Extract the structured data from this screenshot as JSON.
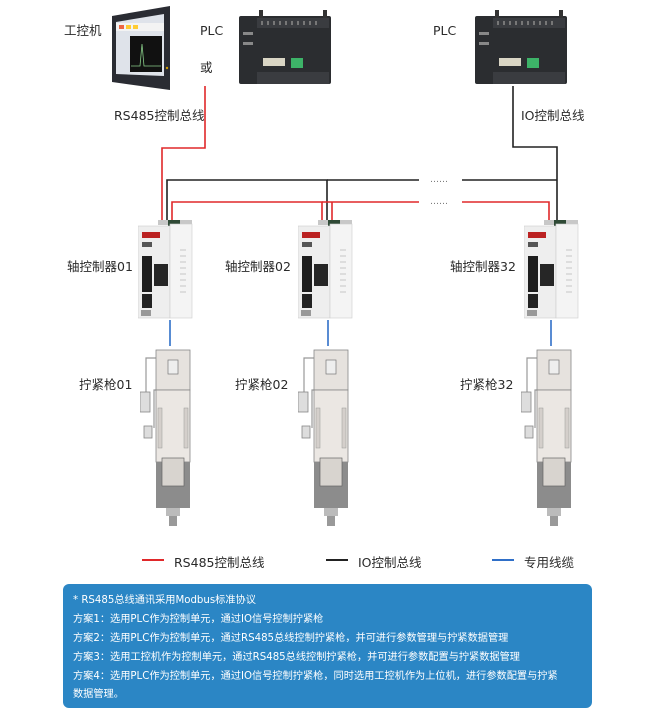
{
  "diagram": {
    "top_devices": {
      "ipc_label": "工控机",
      "plc_left_label": "PLC",
      "or_label": "或",
      "plc_right_label": "PLC"
    },
    "bus_labels": {
      "rs485": "RS485控制总线",
      "io": "IO控制总线"
    },
    "ellipsis": [
      "……",
      "……"
    ],
    "controllers": [
      {
        "label": "轴控制器01"
      },
      {
        "label": "轴控制器02"
      },
      {
        "label": "轴控制器32"
      }
    ],
    "guns": [
      {
        "label": "拧紧枪01"
      },
      {
        "label": "拧紧枪02"
      },
      {
        "label": "拧紧枪32"
      }
    ]
  },
  "legend": [
    {
      "label": "RS485控制总线",
      "color": "#e0282a"
    },
    {
      "label": "IO控制总线",
      "color": "#222222"
    },
    {
      "label": "专用线缆",
      "color": "#2f6fc8"
    }
  ],
  "notes": {
    "bg_color": "#2b86c5",
    "lines": [
      "* RS485总线通讯采用Modbus标准协议",
      "方案1：选用PLC作为控制单元，通过IO信号控制拧紧枪",
      "方案2：选用PLC作为控制单元，通过RS485总线控制拧紧枪，并可进行参数管理与拧紧数据管理",
      "方案3：选用工控机作为控制单元，通过RS485总线控制拧紧枪，并可进行参数配置与拧紧数据管理",
      "方案4：选用PLC作为控制单元，通过IO信号控制拧紧枪，同时选用工控机作为上位机，进行参数配置与拧紧",
      "数据管理。"
    ]
  },
  "colors": {
    "rs485": "#e0282a",
    "io": "#222222",
    "cable": "#2f6fc8"
  }
}
